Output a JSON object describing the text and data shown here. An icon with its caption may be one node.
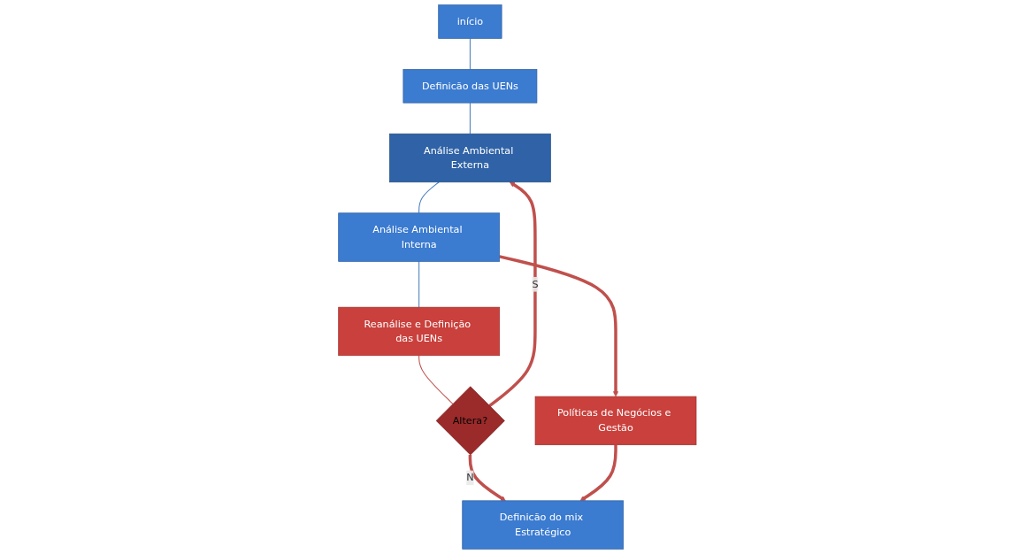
{
  "diagram": {
    "nodes": [
      {
        "text": [
          "início"
        ]
      },
      {
        "text": [
          "Definicão das UENs"
        ]
      },
      {
        "text": [
          "Análise Ambiental Externa"
        ]
      },
      {
        "text": [
          "Análise Ambiental Interna"
        ]
      },
      {
        "text": [
          "Reanálise e Definição das UENs"
        ]
      },
      {
        "text": [
          "Altera?"
        ]
      },
      {
        "text": [
          "Políticas de Negócios e Gestão"
        ]
      },
      {
        "text": [
          "Definicão do mix Estratégico"
        ]
      }
    ],
    "edges": [
      {
        "from": 0,
        "to": 1,
        "arrow": "none",
        "color": "#4a7ebb"
      },
      {
        "from": 1,
        "to": 2,
        "arrow": "none",
        "color": "#4a7ebb"
      },
      {
        "from": 2,
        "to": 3,
        "arrow": "none",
        "color": "#4a7ebb"
      },
      {
        "from": 3,
        "to": 4,
        "arrow": "none",
        "color": "#4a7ebb"
      },
      {
        "from": 4,
        "to": 5,
        "arrow": "none"
      },
      {
        "from": 5,
        "to": 2,
        "arrow": "to",
        "label": "S",
        "style": "thick"
      },
      {
        "from": 3,
        "to": 6,
        "arrow": "to",
        "style": "thick"
      },
      {
        "from": 5,
        "to": 7,
        "arrow": "to",
        "label": "N",
        "style": "thick"
      },
      {
        "from": 6,
        "to": 7,
        "arrow": "to",
        "style": "thick"
      }
    ]
  }
}
